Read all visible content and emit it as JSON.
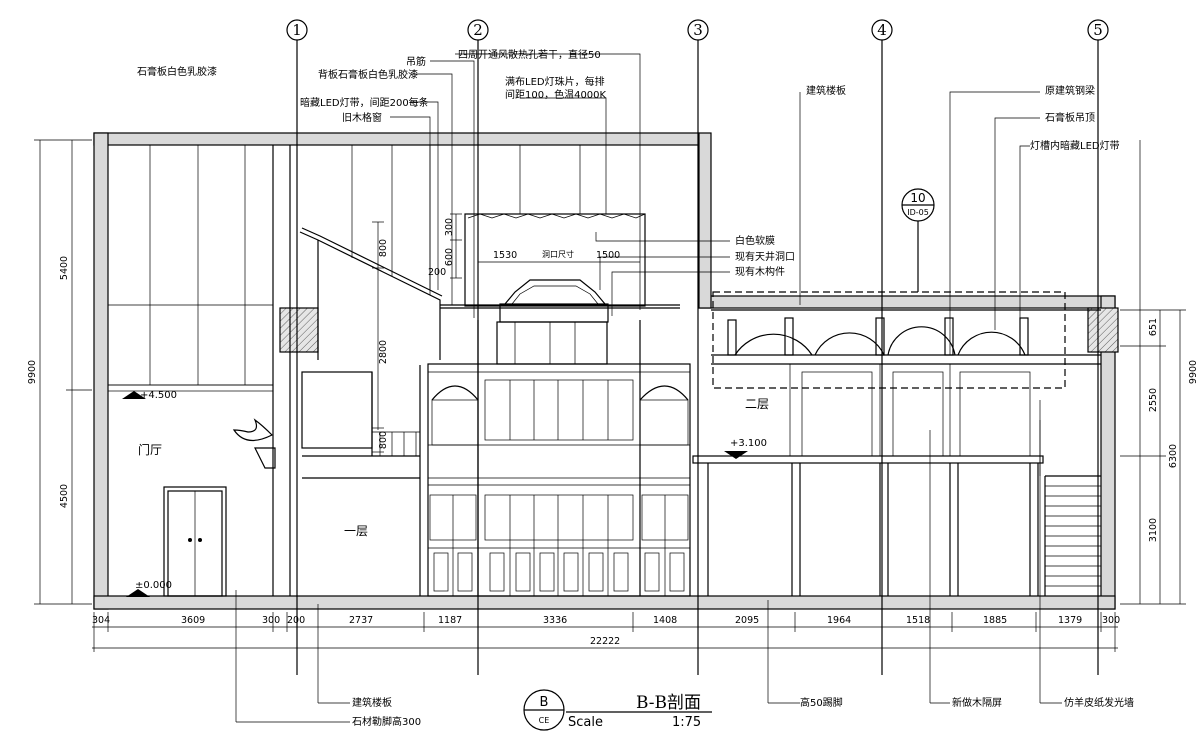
{
  "drawing": {
    "title": "B-B剖面",
    "scale_label": "Scale",
    "scale_value": "1:75",
    "symbol_letter": "B",
    "symbol_sub": "CE",
    "detail_number": "10",
    "detail_sheet": "ID-05"
  },
  "axes": [
    "1",
    "2",
    "3",
    "4",
    "5"
  ],
  "rooms": {
    "lobby": "门厅",
    "floor1": "一层",
    "floor2": "二层"
  },
  "levels": {
    "upper": "+4.500",
    "mid": "+3.100",
    "ground": "±0.000"
  },
  "annotations": {
    "gypsum_white": "石膏板白色乳胶漆",
    "hanger": "吊筋",
    "backing_gypsum": "背板石膏板白色乳胶漆",
    "hidden_led": "暗藏LED灯带，间距200每条",
    "old_lattice": "旧木格窗",
    "vent_holes": "四周开通风散热孔若干，直径50",
    "led_beads_1": "满布LED灯珠片，每排",
    "led_beads_2": "间距100，色温4000K",
    "building_slab_top": "建筑楼板",
    "steel_beam": "原建筑钢梁",
    "gypsum_ceiling": "石膏板吊顶",
    "slot_led": "灯槽内暗藏LED灯带",
    "soft_film": "白色软膜",
    "skylight": "现有天井洞口",
    "wood_member": "现有木构件",
    "opening_size": "洞口尺寸",
    "building_slab_bottom": "建筑楼板",
    "stone_skirting": "石材勒脚高300",
    "skirting_50": "高50踢脚",
    "wood_screen": "新做木隔屏",
    "parchment_wall": "仿羊皮纸发光墙"
  },
  "dims": {
    "bottom_chain": [
      "304",
      "3609",
      "300",
      "200",
      "2737",
      "1187",
      "3336",
      "1408",
      "2095",
      "1964",
      "1518",
      "1885",
      "1379",
      "300"
    ],
    "total": "22222",
    "left_5400": "5400",
    "left_4500": "4500",
    "left_9900": "9900",
    "right_651": "651",
    "right_2550": "2550",
    "right_3100": "3100",
    "right_6300": "6300",
    "right_9900": "9900",
    "d800a": "800",
    "d2800": "2800",
    "d800b": "800",
    "d300": "300",
    "d600": "600",
    "d200": "200",
    "d1530": "1530",
    "d1500": "1500"
  }
}
